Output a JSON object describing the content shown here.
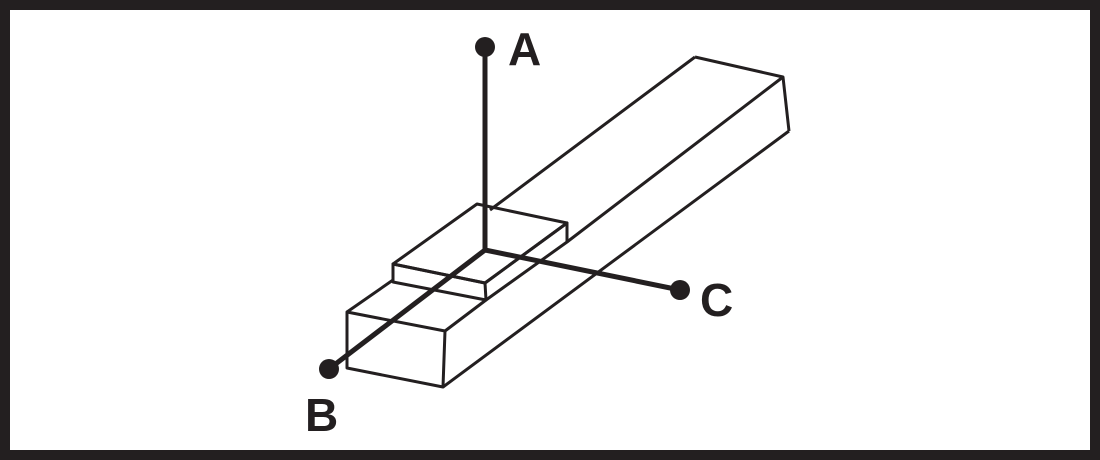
{
  "diagram": {
    "axis_labels": {
      "a": "A",
      "b": "B",
      "c": "C"
    },
    "colors": {
      "ink": "#231f20",
      "background": "#ffffff"
    }
  }
}
